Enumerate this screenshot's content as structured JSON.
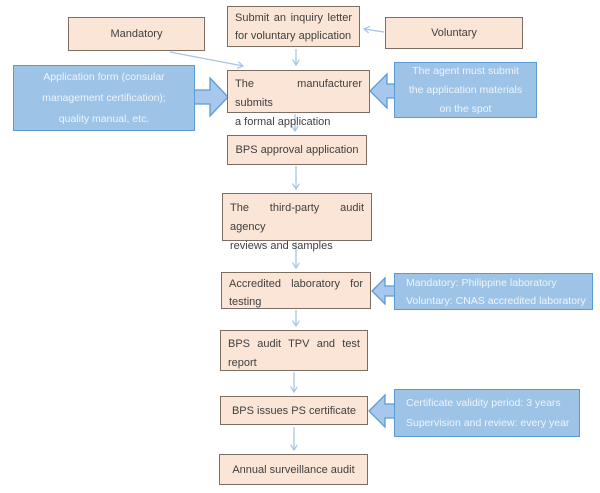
{
  "colors": {
    "canvas_bg": "#ffffff",
    "process_fill": "#fbe5d6",
    "process_border": "#7c6e61",
    "process_text": "#3f3f3f",
    "note_fill": "#9dc3e6",
    "note_border": "#5b9bd5",
    "note_arrow_fill": "#a7c8ec",
    "note_text": "#eef5fc",
    "connector": "#a5c5e8"
  },
  "flow": {
    "inquiry": {
      "lines": [
        "Submit an inquiry letter",
        "for voluntary application"
      ]
    },
    "mandatory": {
      "label": "Mandatory"
    },
    "voluntary": {
      "label": "Voluntary"
    },
    "manufacturer": {
      "lines": [
        "The manufacturer submits",
        "a formal application"
      ]
    },
    "bps_approval": {
      "label": "BPS approval application"
    },
    "third_party_audit": {
      "lines": [
        "The third-party audit agency",
        "reviews and samples"
      ]
    },
    "accredited_lab": {
      "lines": [
        "Accredited laboratory for",
        "testing"
      ]
    },
    "bps_audit_report": {
      "lines": [
        "BPS audit TPV and test",
        "report"
      ]
    },
    "bps_issues_certificate": {
      "label": "BPS issues PS certificate"
    },
    "annual_surveillance": {
      "label": "Annual surveillance audit"
    }
  },
  "notes": {
    "application_form": {
      "lines": [
        "Application form (consular",
        "management certification);",
        "quality manual, etc."
      ]
    },
    "agent_submit": {
      "lines": [
        "The agent must submit",
        "the application materials",
        "on the spot"
      ]
    },
    "laboratory_type": {
      "lines": [
        "Mandatory: Philippine laboratory",
        "Voluntary: CNAS accredited laboratory"
      ]
    },
    "certificate_validity": {
      "lines": [
        "Certificate validity period: 3 years",
        "Supervision and review: every year"
      ]
    }
  }
}
